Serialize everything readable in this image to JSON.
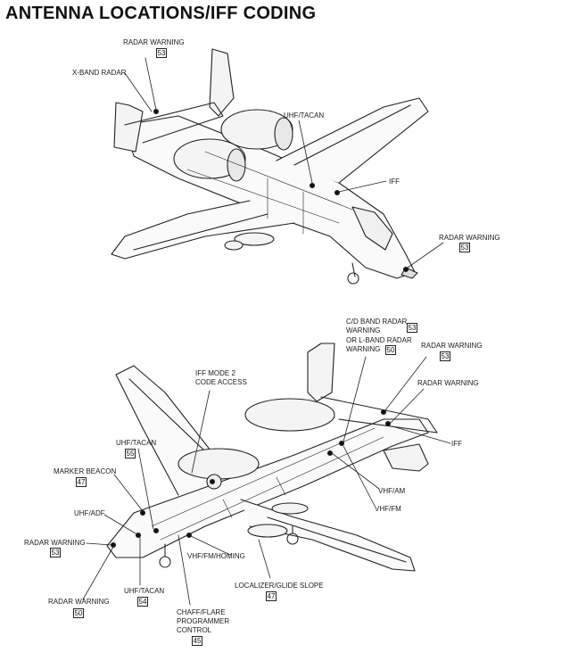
{
  "title": "ANTENNA LOCATIONS/IFF CODING",
  "top_view": {
    "labels": {
      "radar_warning_tail": "RADAR WARNING",
      "radar_warning_tail_ref": "53",
      "xband_radar": "X-BAND RADAR",
      "uhf_tacan": "UHF/TACAN",
      "iff": "IFF",
      "radar_warning_nose": "RADAR WARNING",
      "radar_warning_nose_ref": "53"
    }
  },
  "bottom_view": {
    "labels": {
      "cd_band_line1": "C/D BAND RADAR",
      "cd_band_line2": "WARNING",
      "cd_band_ref": "53",
      "lband_line1": "OR L-BAND RADAR",
      "lband_line2": "WARNING",
      "lband_ref": "50",
      "radar_warning_right": "RADAR WARNING",
      "radar_warning_right_ref": "53",
      "radar_warning_right2": "RADAR WARNING",
      "iff_mode2_line1": "IFF MODE 2",
      "iff_mode2_line2": "CODE ACCESS",
      "iff": "IFF",
      "uhf_tacan": "UHF/TACAN",
      "uhf_tacan_ref": "55",
      "marker_beacon": "MARKER BEACON",
      "marker_beacon_ref": "47",
      "uhf_adf": "UHF/ADF",
      "radar_warning_left": "RADAR WARNING",
      "radar_warning_left_ref": "53",
      "vhf_am": "VHF/AM",
      "vhf_fm": "VHF/FM",
      "vhf_fm_homing": "VHF/FM/HOMING",
      "localizer": "LOCALIZER/GLIDE SLOPE",
      "localizer_ref": "47",
      "radar_warning_bottom": "RADAR WARNING",
      "radar_warning_bottom_ref": "50",
      "uhf_tacan_bottom": "UHF/TACAN",
      "uhf_tacan_bottom_ref": "54",
      "chaff_line1": "CHAFF/FLARE",
      "chaff_line2": "PROGRAMMER",
      "chaff_line3": "CONTROL",
      "chaff_ref": "45"
    }
  }
}
